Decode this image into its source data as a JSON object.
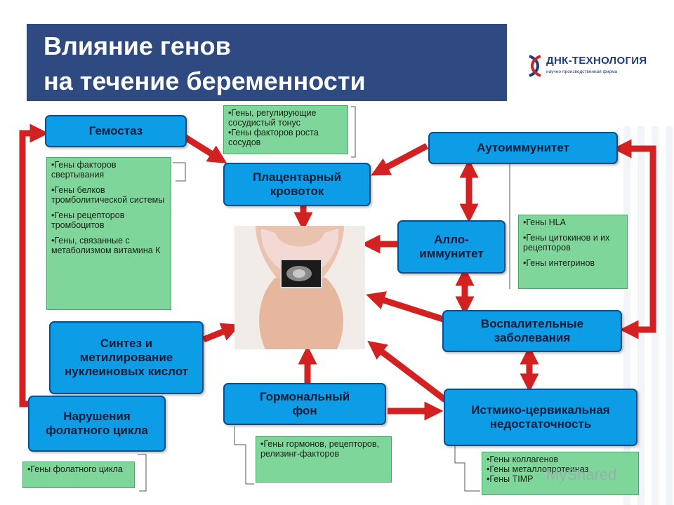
{
  "title": {
    "line1": "Влияние генов",
    "line2": "на течение беременности"
  },
  "logo": {
    "name": "ДНК-ТЕХНОЛОГИЯ",
    "subtitle": "научно-производственная фирма"
  },
  "nodes": {
    "hemostasis": "Гемостаз",
    "placental": "Плацентарный кровоток",
    "autoimmunity": "Аутоиммунитет",
    "alloimmunity": "Алло-иммунитет",
    "inflammatory": "Воспалительные заболевания",
    "synthesis": "Синтез и метилирование нуклеиновых кислот",
    "folate_disorder": "Нарушения фолатного цикла",
    "hormonal": "Гормональный фон",
    "isthmic": "Истмико-цервикальная недостаточность"
  },
  "gene_lists": {
    "vascular": [
      "•Гены, регулирующие сосудистый тонус",
      "•Гены факторов роста сосудов"
    ],
    "hemostasis": [
      "•Гены факторов свертывания",
      "•Гены белков тромболитической системы",
      "•Гены рецепторов тромбоцитов",
      "•Гены, связанные с метаболизмом витамина К"
    ],
    "immune": [
      "•Гены HLA",
      "•Гены цитокинов и их рецепторов",
      "•Гены интегринов"
    ],
    "folate": [
      "•Гены фолатного цикла"
    ],
    "hormonal": [
      "•Гены гормонов, рецепторов, релизинг-факторов"
    ],
    "isthmic": [
      "•Гены коллагенов",
      "•Гены металлопротеиназ",
      "•Гены TIMP"
    ]
  },
  "ultrasound_caption": "",
  "watermark": "MyShared",
  "colors": {
    "title_bg": "#2f4a80",
    "node_fill": "#0d9ce6",
    "node_border": "#0b4e8c",
    "gene_fill": "#7ed69a",
    "arrow": "#d32020"
  }
}
